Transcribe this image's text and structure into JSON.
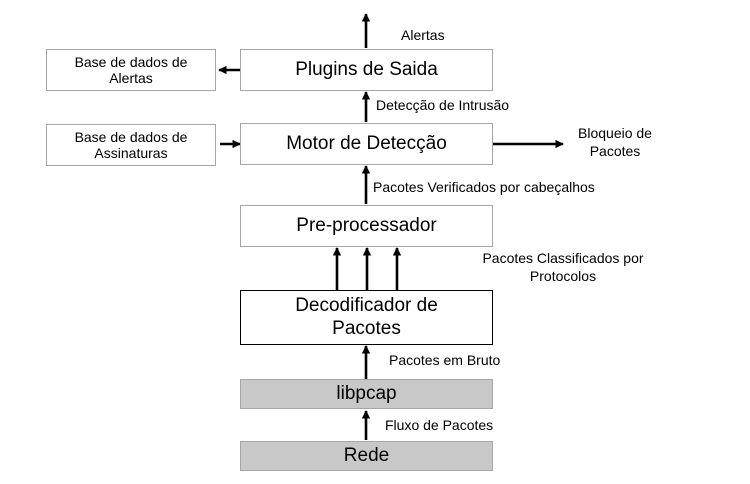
{
  "boxes": {
    "plugins": "Plugins de Saida",
    "motor": "Motor de Detecção",
    "preproc": "Pre-processador",
    "decoder_line1": "Decodificador de",
    "decoder_line2": "Pacotes",
    "libpcap": "libpcap",
    "rede": "Rede",
    "db_alertas_line1": "Base de dados de",
    "db_alertas_line2": "Alertas",
    "db_assinaturas_line1": "Base de dados de",
    "db_assinaturas_line2": "Assinaturas"
  },
  "labels": {
    "alertas": "Alertas",
    "deteccao_intrusao": "Detecção de Intrusão",
    "bloqueio_line1": "Bloqueio de",
    "bloqueio_line2": "Pacotes",
    "verificados": "Pacotes Verificados por cabeçalhos",
    "classificados_line1": "Pacotes Classificados por",
    "classificados_line2": "Protocolos",
    "em_bruto": "Pacotes em Bruto",
    "fluxo": "Fluxo de Pacotes"
  },
  "colors": {
    "box_border": "#a6a6a6",
    "gray_fill": "#c8c8c8",
    "arrow": "#000000"
  }
}
